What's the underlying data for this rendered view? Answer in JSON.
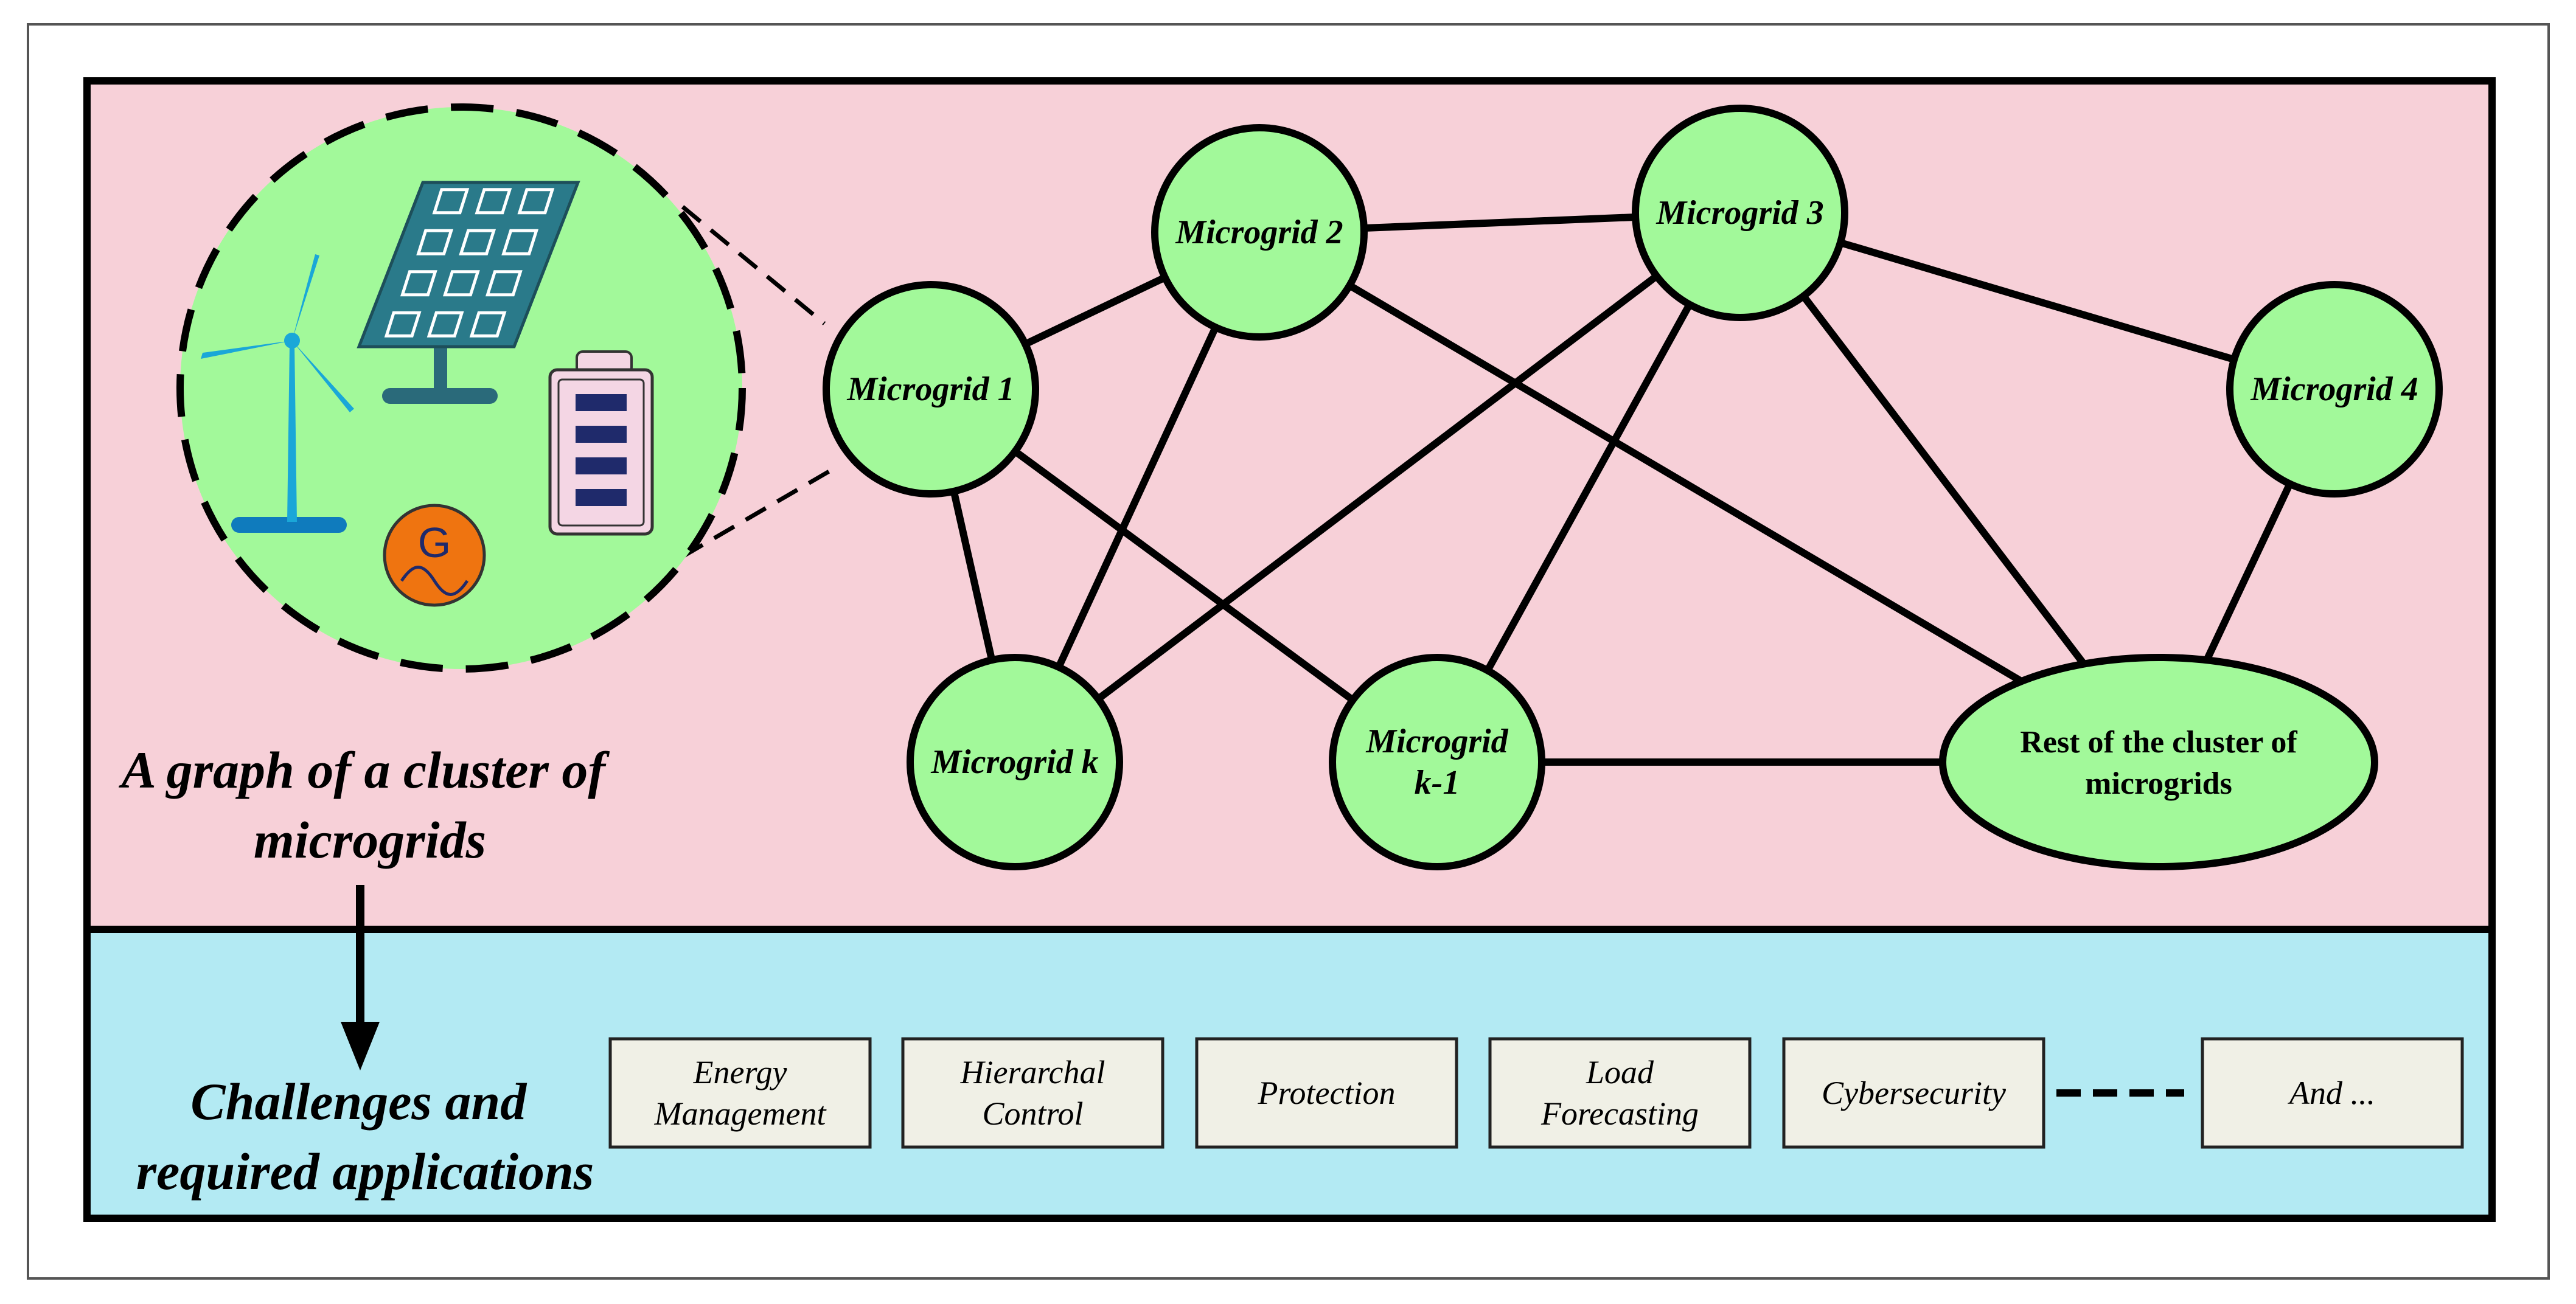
{
  "graph": {
    "caption_lines": [
      "A graph of a cluster of",
      "microgrids"
    ],
    "nodes": [
      {
        "id": "m1",
        "lines": [
          "Microgrid 1"
        ]
      },
      {
        "id": "m2",
        "lines": [
          "Microgrid 2"
        ]
      },
      {
        "id": "m3",
        "lines": [
          "Microgrid 3"
        ]
      },
      {
        "id": "m4",
        "lines": [
          "Microgrid 4"
        ]
      },
      {
        "id": "mk",
        "lines": [
          "Microgrid k"
        ]
      },
      {
        "id": "mk1",
        "lines": [
          "Microgrid",
          "k-1"
        ]
      },
      {
        "id": "rest",
        "lines": [
          "Rest of the cluster of",
          "microgrids"
        ]
      }
    ],
    "edges": [
      [
        "m1",
        "m2"
      ],
      [
        "m1",
        "mk"
      ],
      [
        "m1",
        "mk1"
      ],
      [
        "m2",
        "m3"
      ],
      [
        "m2",
        "mk"
      ],
      [
        "m2",
        "rest"
      ],
      [
        "m3",
        "m4"
      ],
      [
        "m3",
        "mk"
      ],
      [
        "m3",
        "mk1"
      ],
      [
        "m3",
        "rest"
      ],
      [
        "m4",
        "rest"
      ],
      [
        "mk1",
        "rest"
      ]
    ],
    "inset_icons": [
      "wind-turbine-icon",
      "solar-panel-icon",
      "battery-icon",
      "generator-icon"
    ],
    "generator_symbol": "G"
  },
  "applications": {
    "caption_lines": [
      "Challenges and",
      "required applications"
    ],
    "items": [
      {
        "lines": [
          "Energy",
          "Management"
        ]
      },
      {
        "lines": [
          "Hierarchal",
          "Control"
        ]
      },
      {
        "lines": [
          "Protection"
        ]
      },
      {
        "lines": [
          "Load",
          "Forecasting"
        ]
      },
      {
        "lines": [
          "Cybersecurity"
        ]
      },
      {
        "lines": [
          "And ..."
        ]
      }
    ]
  },
  "colors": {
    "graph_panel": "#f7d0d8",
    "apps_panel": "#b3eaf3",
    "node_fill": "#a2f99a",
    "inset_fill": "#a2f99a",
    "app_box_fill": "#f0f0e6",
    "turbine": "#1aa7d8",
    "turbine_base": "#0f7bbd",
    "solar_panel": "#2a7a8a",
    "solar_stand": "#2a6a7a",
    "battery_fill": "#f4d6e4",
    "battery_cells": "#1f2a6b",
    "generator": "#ef7410"
  }
}
